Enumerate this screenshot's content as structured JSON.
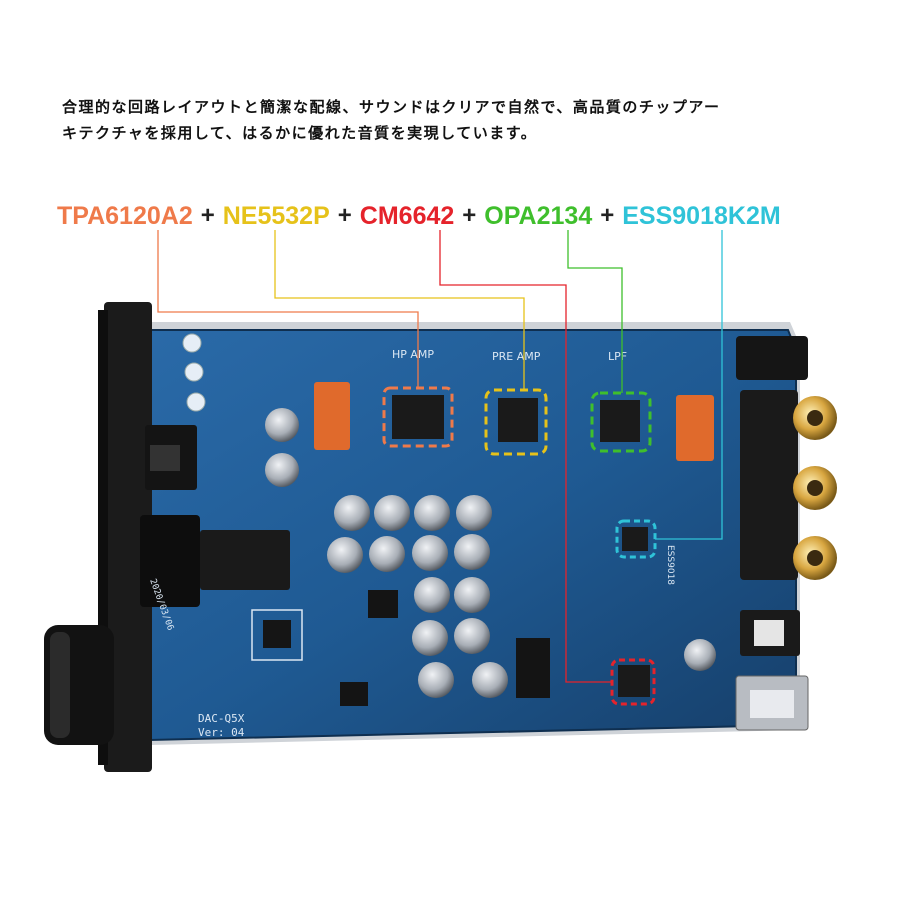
{
  "caption": {
    "line1": "合理的な回路レイアウトと簡潔な配線、サウンドはクリアで自然で、高品質のチップアー",
    "line2": "キテクチャを採用して、はるかに優れた音質を実現しています。"
  },
  "chips": [
    {
      "label": "TPA6120A2",
      "color": "#ef7a4a"
    },
    {
      "label": "NE5532P",
      "color": "#e6c21a"
    },
    {
      "label": "CM6642",
      "color": "#e5232b"
    },
    {
      "label": "OPA2134",
      "color": "#3fbf2c"
    },
    {
      "label": "ESS9018K2M",
      "color": "#2fc3d8"
    }
  ],
  "separator": "+",
  "board": {
    "silkscreen": {
      "hp_amp": "HP AMP",
      "pre_amp": "PRE AMP",
      "lpf": "LPF",
      "dac_chip": "ESS9018",
      "model": "DAC-Q5X",
      "version": "Ver: 04",
      "date": "2020/03/06"
    },
    "colors": {
      "pcb": "#1f5a93",
      "pcb_dark": "#173f6b",
      "chassis": "#1a1a1a",
      "gold": "#c9a24a",
      "capacitor": "#9aa0a8"
    }
  }
}
